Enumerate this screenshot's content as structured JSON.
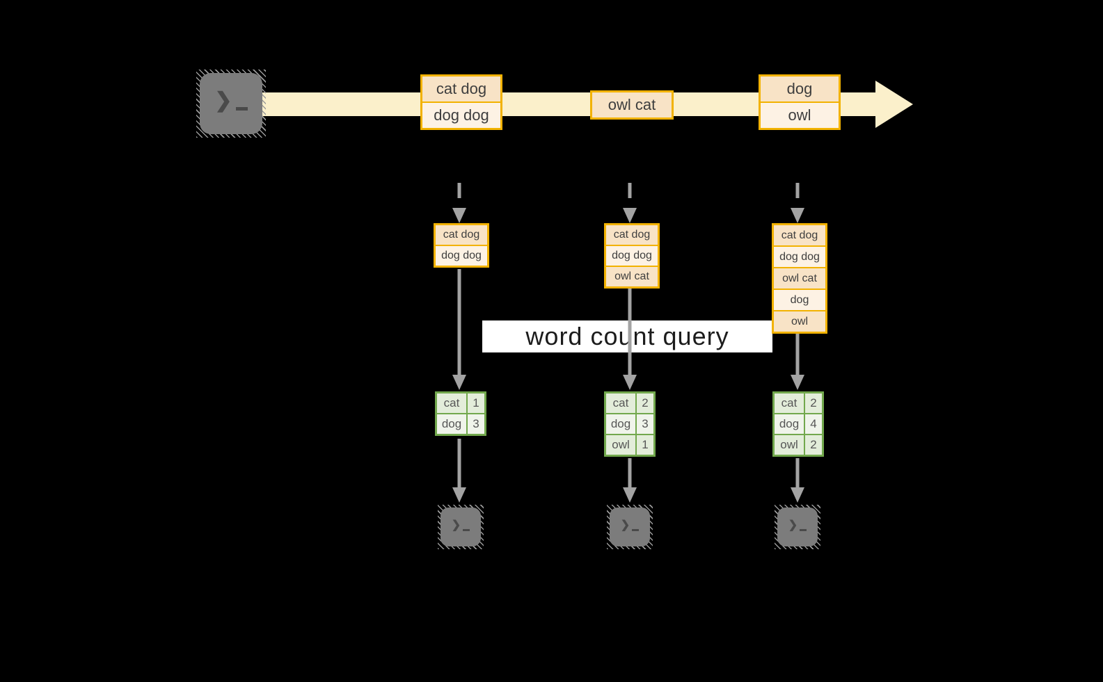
{
  "query": {
    "label": "word count query"
  },
  "icons": {
    "terminal_prompt": "❯"
  },
  "stream": {
    "boxes": [
      {
        "lines": [
          "cat dog",
          "dog dog"
        ]
      },
      {
        "lines": [
          "owl cat"
        ]
      },
      {
        "lines": [
          "dog",
          "owl"
        ]
      }
    ]
  },
  "columns": [
    {
      "batch": [
        "cat dog",
        "dog dog"
      ],
      "counts": [
        {
          "word": "cat",
          "count": "1"
        },
        {
          "word": "dog",
          "count": "3"
        }
      ]
    },
    {
      "batch": [
        "cat dog",
        "dog dog",
        "owl cat"
      ],
      "counts": [
        {
          "word": "cat",
          "count": "2"
        },
        {
          "word": "dog",
          "count": "3"
        },
        {
          "word": "owl",
          "count": "1"
        }
      ]
    },
    {
      "batch": [
        "cat dog",
        "dog dog",
        "owl cat",
        "dog",
        "owl"
      ],
      "counts": [
        {
          "word": "cat",
          "count": "2"
        },
        {
          "word": "dog",
          "count": "4"
        },
        {
          "word": "owl",
          "count": "2"
        }
      ]
    }
  ],
  "colors": {
    "background": "#000000",
    "stream_arrow": "#FBF0CB",
    "box_border": "#F2B200",
    "cell_peach": "#F8E3C6",
    "cell_cream": "#FDF2E4",
    "table_border": "#72A84D",
    "table_cell_dark": "#E3EDDA",
    "table_cell_light": "#F0F4EB",
    "arrow_gray": "#A3A3A3",
    "terminal_gray": "#7C7C7C"
  }
}
